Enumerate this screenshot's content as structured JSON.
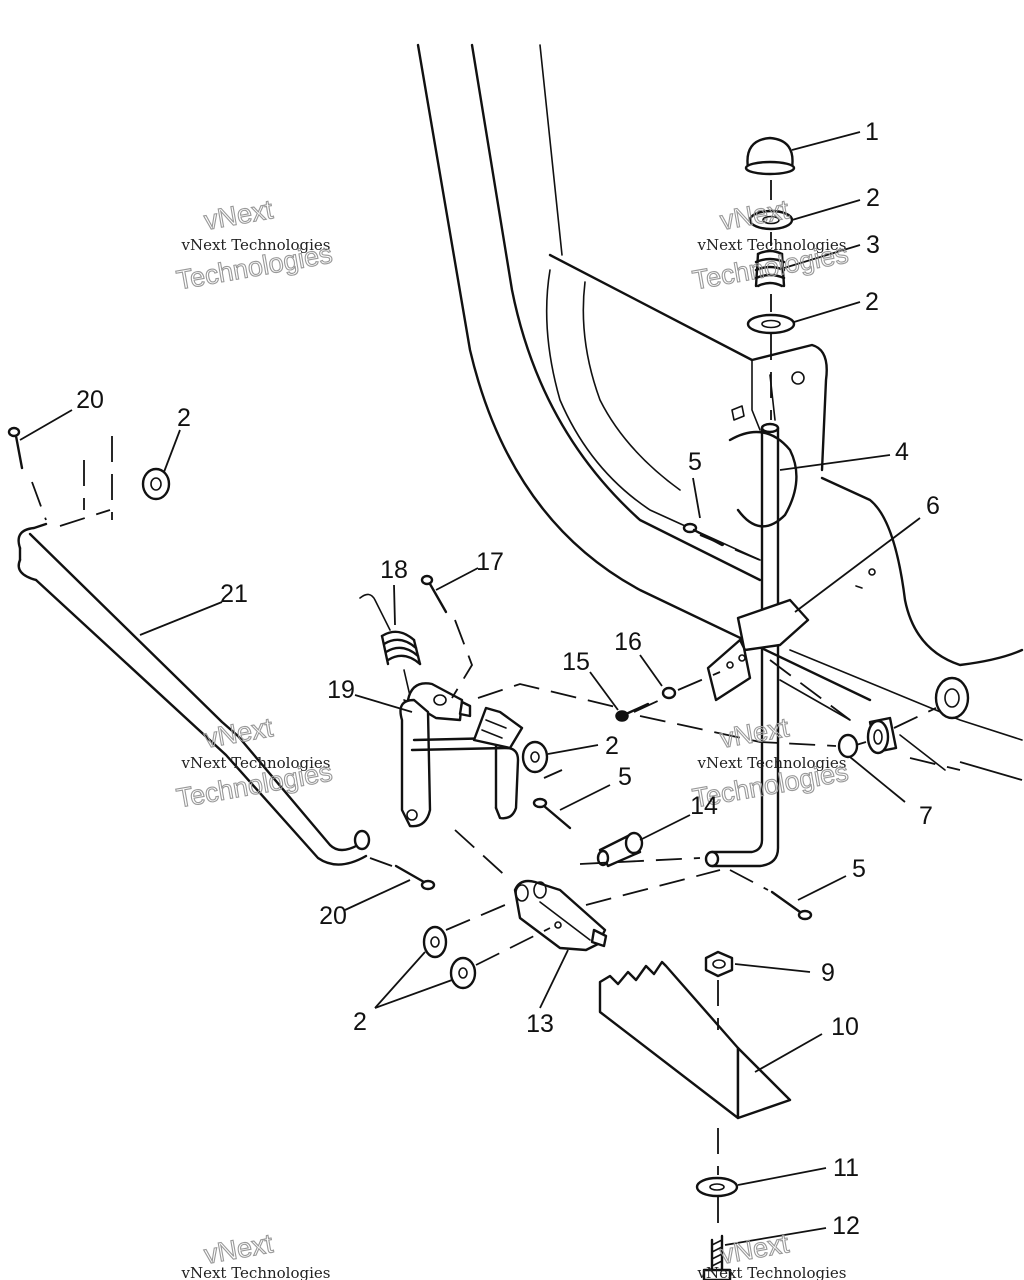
{
  "watermark": {
    "line1": "vNext",
    "line2": "vNext Technologies",
    "line3": "Technologies"
  },
  "callouts": [
    {
      "id": "c1",
      "text": "1"
    },
    {
      "id": "c2a",
      "text": "2"
    },
    {
      "id": "c3",
      "text": "3"
    },
    {
      "id": "c2b",
      "text": "2"
    },
    {
      "id": "c20a",
      "text": "20"
    },
    {
      "id": "c2c",
      "text": "2"
    },
    {
      "id": "c4",
      "text": "4"
    },
    {
      "id": "c5a",
      "text": "5"
    },
    {
      "id": "c6",
      "text": "6"
    },
    {
      "id": "c21",
      "text": "21"
    },
    {
      "id": "c18",
      "text": "18"
    },
    {
      "id": "c17",
      "text": "17"
    },
    {
      "id": "c16",
      "text": "16"
    },
    {
      "id": "c15",
      "text": "15"
    },
    {
      "id": "c19",
      "text": "19"
    },
    {
      "id": "c2d",
      "text": "2"
    },
    {
      "id": "c5b",
      "text": "5"
    },
    {
      "id": "c7",
      "text": "7"
    },
    {
      "id": "c14",
      "text": "14"
    },
    {
      "id": "c20b",
      "text": "20"
    },
    {
      "id": "c5c",
      "text": "5"
    },
    {
      "id": "c9",
      "text": "9"
    },
    {
      "id": "c2e",
      "text": "2"
    },
    {
      "id": "c13",
      "text": "13"
    },
    {
      "id": "c10",
      "text": "10"
    },
    {
      "id": "c11",
      "text": "11"
    },
    {
      "id": "c12",
      "text": "12"
    }
  ]
}
